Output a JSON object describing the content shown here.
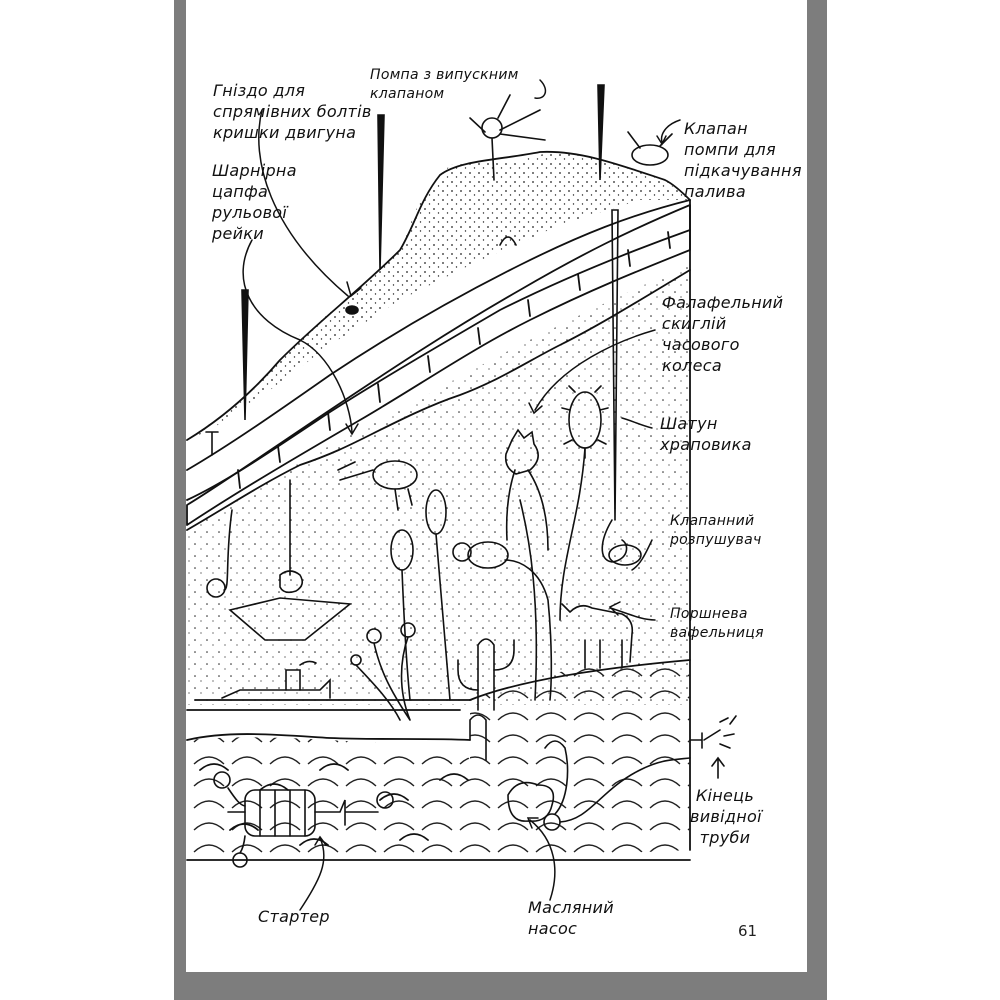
{
  "page": {
    "number": "61"
  },
  "labels": {
    "bolt_nest": "Гніздо для\nспрямівних болтів\nкришки двигуна",
    "pump_valve": "Помпа з випускним\nклапаном",
    "hinge_pin": "Шарнірна\nцапфа\nрульової\nрейки",
    "fuel_pump_valve": "Клапан\nпомпи для\nпідкачування\nпалива",
    "falafel_fragment": "Фалафельний\nскиглій\nчасового\nколеса",
    "ratchet_rod": "Шатун\nхраповика",
    "valve_spreader": "Клапанний\nрозпушувач",
    "piston_waffle": "Поршнева\nвафельниця",
    "exhaust_end": "Кінець\nвивідної\nтруби",
    "starter": "Стартер",
    "oil_pump": "Масляний\nнасос"
  }
}
